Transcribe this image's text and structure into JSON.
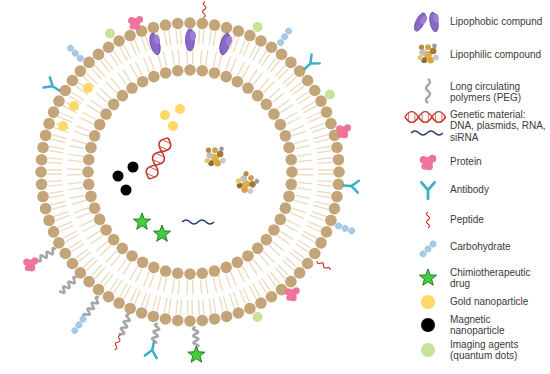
{
  "diagram": {
    "legend": [
      {
        "text": "Lipophobic compund"
      },
      {
        "text": "Lipophilic compound"
      },
      {
        "text": "Long circulating polymers (PEG)"
      },
      {
        "text": "Genetic material: DNA, plasmids, RNA, siRNA"
      },
      {
        "text": "Protein"
      },
      {
        "text": "Antibody"
      },
      {
        "text": "Peptide"
      },
      {
        "text": "Carbohydrate"
      },
      {
        "text": "Chimiotherapeutic drug"
      },
      {
        "text": "Gold nanoparticle",
        "color": "#ffd966"
      },
      {
        "text": "Magnetic nanoparticle",
        "color": "#000000"
      },
      {
        "text": "Imaging agents (quantum dots)",
        "color": "#c9e29a"
      }
    ]
  }
}
